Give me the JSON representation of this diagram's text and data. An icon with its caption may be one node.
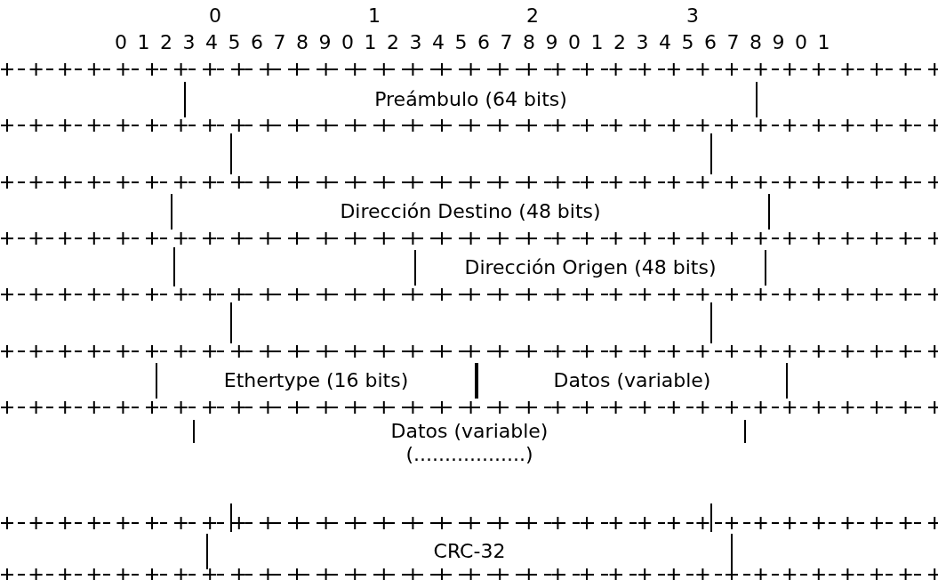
{
  "diagram": {
    "nodes": [
      {
        "text": [
          "Preámbulo (64 bits)"
        ]
      },
      {
        "text": [
          "Dirección Destino (48 bits)"
        ]
      },
      {
        "text": [
          "Dirección Origen (48 bits)"
        ]
      },
      {
        "text": [
          "Ethertype (16 bits)"
        ]
      },
      {
        "text": [
          "Datos (variable)"
        ]
      },
      {
        "text": [
          "Datos (variable)",
          "(..................)"
        ]
      },
      {
        "text": [
          "CRC-32"
        ]
      }
    ],
    "edges": [],
    "labels": [
      "0",
      "1",
      "2",
      "3",
      "0",
      "1",
      "2",
      "3",
      "4",
      "5",
      "6",
      "7",
      "8",
      "9",
      "0",
      "1",
      "2",
      "3",
      "4",
      "5",
      "6",
      "7",
      "8",
      "9",
      "0",
      "1",
      "2",
      "3",
      "4",
      "5",
      "6",
      "7",
      "8",
      "9",
      "0",
      "1"
    ]
  }
}
